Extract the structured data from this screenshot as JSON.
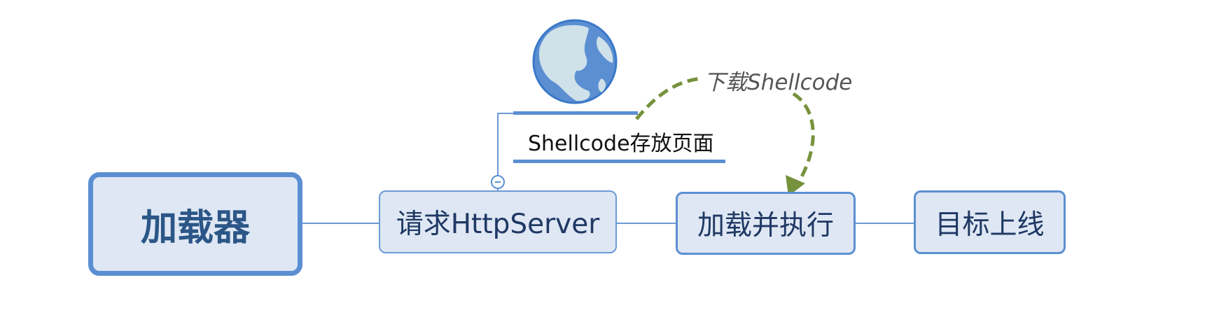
{
  "nodes": {
    "root": "加载器",
    "request": "请求HttpServer",
    "load_exec": "加载并执行",
    "online": "目标上线"
  },
  "subtopic": {
    "label": "Shellcode存放页面",
    "icon": "globe-icon"
  },
  "annotation": {
    "label": "下载Shellcode"
  },
  "colors": {
    "node_fill": "#dee7f3",
    "node_border": "#5b8fd2",
    "node_text": "#1f3864",
    "connector": "#6b9ad6",
    "arrow": "#76923c",
    "globe_ocean": "#5b8fd2",
    "globe_land": "#cfe2ea"
  }
}
